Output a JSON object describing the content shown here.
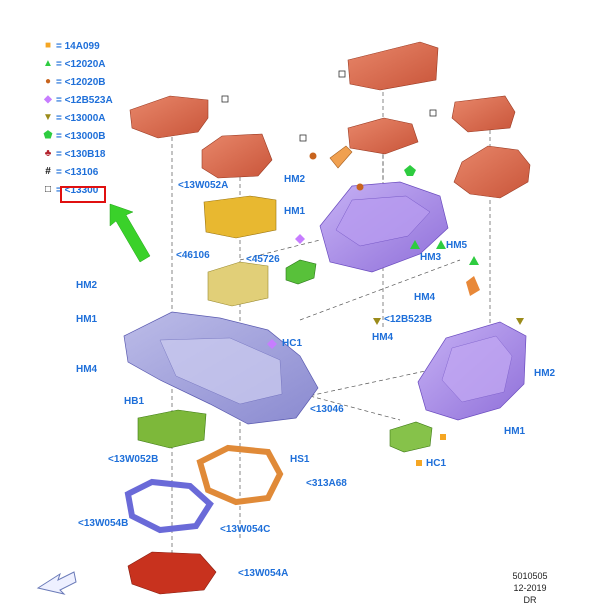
{
  "legend": [
    {
      "symbol": "■",
      "color": "#f5a623",
      "code": "= 14A099"
    },
    {
      "symbol": "▲",
      "color": "#2ecc40",
      "code": "= <12020A"
    },
    {
      "symbol": "●",
      "color": "#c8641e",
      "code": "= <12020B"
    },
    {
      "symbol": "◆",
      "color": "#c77dff",
      "code": "= <12B523A"
    },
    {
      "symbol": "▼",
      "color": "#9b8b1a",
      "code": "= <13000A"
    },
    {
      "symbol": "⬟",
      "color": "#2ecc40",
      "code": "= <13000B"
    },
    {
      "symbol": "♣",
      "color": "#b3202a",
      "code": "= <130B18"
    },
    {
      "symbol": "#",
      "color": "#111111",
      "code": "= <13106"
    },
    {
      "symbol": "□",
      "color": "#111111",
      "code": "= <13300"
    }
  ],
  "labels": {
    "l13W052A": "<13W052A",
    "l46106": "<46106",
    "l45726": "<45726",
    "hm2a": "HM2",
    "hm1a": "HM1",
    "hm4a": "HM4",
    "hb1": "HB1",
    "l13W052B": "<13W052B",
    "l13W054B": "<13W054B",
    "l13W054C": "<13W054C",
    "l13W054A": "<13W054A",
    "l13046": "<13046",
    "hs1": "HS1",
    "l313A68": "<313A68",
    "hc1a": "HC1",
    "hm2b": "HM2",
    "hm1b": "HM1",
    "hm5": "HM5",
    "hm3": "HM3",
    "hm4b": "HM4",
    "l12B523B": "<12B523B",
    "hm4c": "HM4",
    "hm2c": "HM2",
    "hm1c": "HM1",
    "hc1b": "HC1"
  },
  "reference": {
    "number": "5010505",
    "date": "12-2019",
    "initials": "DR"
  },
  "colors": {
    "accent": "#1e6fd9",
    "mat": "#d9734e",
    "purple": "#a98be8",
    "yellow": "#e8b830",
    "green": "#6fb83a",
    "orange": "#e89848",
    "arrow": "#3ad12a",
    "highlight": "#e01010"
  }
}
